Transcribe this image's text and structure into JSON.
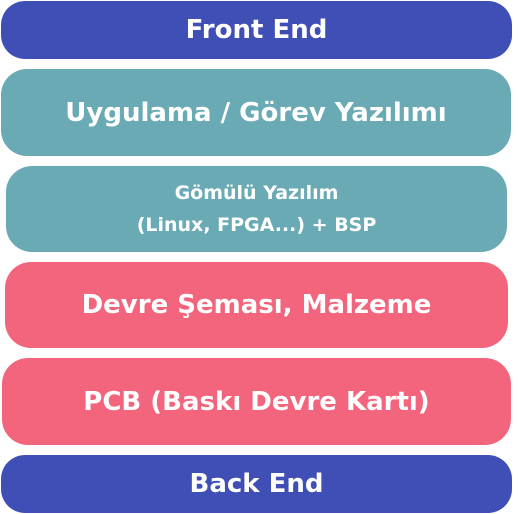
{
  "stack": {
    "layers": [
      {
        "label": "Front End",
        "color": "#3f4fb5"
      },
      {
        "label": "Uygulama / Görev Yazılımı",
        "color": "#6aaab4"
      },
      {
        "lines": [
          "Gömülü Yazılım",
          "(Linux, FPGA...) + BSP"
        ],
        "color": "#6aaab4"
      },
      {
        "label": "Devre Şeması, Malzeme",
        "color": "#f2657c"
      },
      {
        "label": "PCB (Baskı Devre Kartı)",
        "color": "#f2657c"
      },
      {
        "label": "Back End",
        "color": "#3f4fb5"
      }
    ]
  }
}
